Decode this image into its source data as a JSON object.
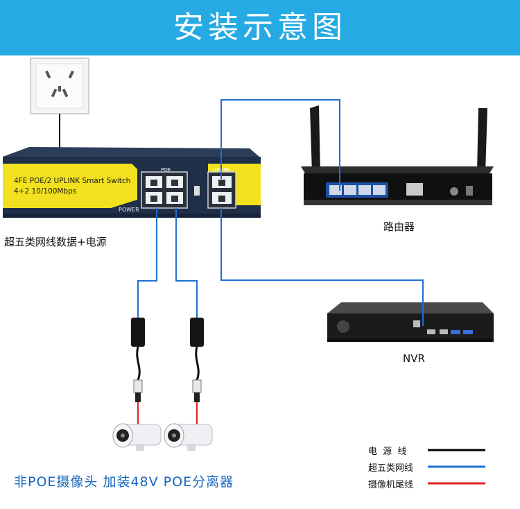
{
  "title": "安装示意图",
  "switch": {
    "model_line": "4FE POE/2 UPLINK Smart Switch",
    "spec_line": "4+2 10/100Mbps",
    "poe_port_label": "POE",
    "uplink_port_label": "UPLINK",
    "power_label": "POWER",
    "caption": "超五类网线数据+电源"
  },
  "router": {
    "label": "路由器"
  },
  "nvr": {
    "label": "NVR"
  },
  "cameras": {
    "caption": "非POE摄像头 加装48V POE分离器"
  },
  "legend": {
    "items": [
      {
        "label": "电  源  线",
        "color": "#000000"
      },
      {
        "label": "超五类网线",
        "color": "#1e6fd0"
      },
      {
        "label": "摄像机尾线",
        "color": "#e02020"
      }
    ]
  },
  "colors": {
    "banner": "#26aae4",
    "switch_panel": "#f2e11e",
    "switch_body": "#1f2f48"
  }
}
